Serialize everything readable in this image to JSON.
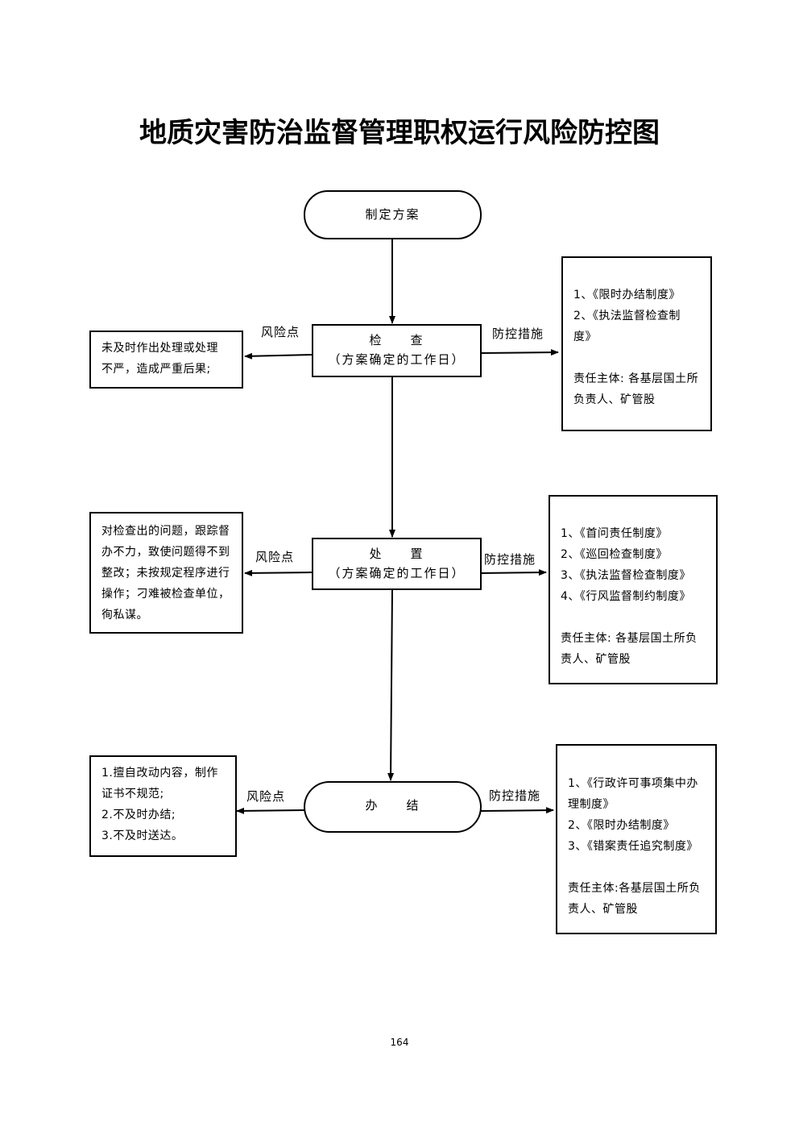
{
  "title": "地质灾害防治监督管理职权运行风险防控图",
  "labels": {
    "risk": "风险点",
    "measure": "防控措施"
  },
  "nodes": {
    "plan": "制定方案",
    "check": {
      "line1": "检　　查",
      "line2": "（方案确定的工作日）"
    },
    "handle": {
      "line1": "处　　置",
      "line2": "（方案确定的工作日）"
    },
    "finish": "办　　结"
  },
  "risks": {
    "check": [
      "未及时作出处理或处理",
      "不严，造成严重后果;"
    ],
    "handle": [
      "对检查出的问题，跟踪督",
      "办不力，致使问题得不到",
      "整改；未按规定程序进行",
      "操作；刁难被检查单位，",
      "徇私谋。"
    ],
    "finish": [
      "1.擅自改动内容，制作",
      "证书不规范;",
      "2.不及时办结;",
      "3.不及时送达。"
    ]
  },
  "measures": {
    "check": [
      "1、《限时办结制度》",
      "2、《执法监督检查制",
      "度》",
      "",
      "责任主体: 各基层国土所",
      "负责人、矿管股"
    ],
    "handle": [
      "1、《首问责任制度》",
      "2、《巡回检查制度》",
      "3、《执法监督检查制度》",
      "4、《行风监督制约制度》",
      "",
      "责任主体: 各基层国土所负",
      "责人、矿管股"
    ],
    "finish": [
      "1、《行政许可事项集中办",
      "理制度》",
      "2、《限时办结制度》",
      "3、《错案责任追究制度》",
      "",
      "责任主体:各基层国土所负",
      "责人、矿管股"
    ]
  },
  "page_number": "164"
}
